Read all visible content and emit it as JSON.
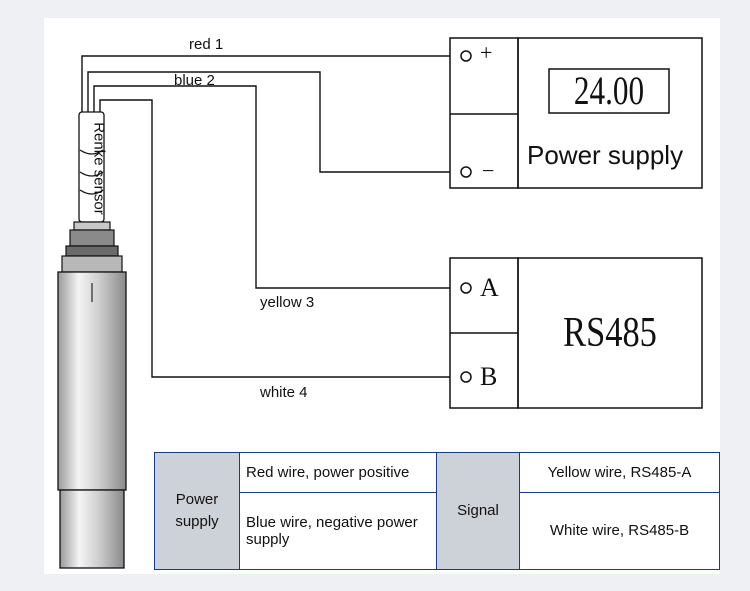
{
  "wires": {
    "red": "red 1",
    "blue": "blue 2",
    "yellow": "yellow 3",
    "white": "white 4"
  },
  "sensor": {
    "label": "Renke sensor"
  },
  "power_box": {
    "display": "24.00",
    "label": "Power supply",
    "plus": "+",
    "minus": "−"
  },
  "rs485_box": {
    "label": "RS485",
    "a": "A",
    "b": "B"
  },
  "legend": {
    "power_group": "Power supply",
    "power_rows": [
      "Red wire, power positive",
      "Blue wire, negative power supply"
    ],
    "signal_group": "Signal",
    "signal_rows": [
      "Yellow wire, RS485-A",
      "White wire, RS485-B"
    ]
  },
  "colors": {
    "line": "#111111",
    "table_border": "#1a3a8a",
    "table_group_bg": "#cdd2d8"
  }
}
